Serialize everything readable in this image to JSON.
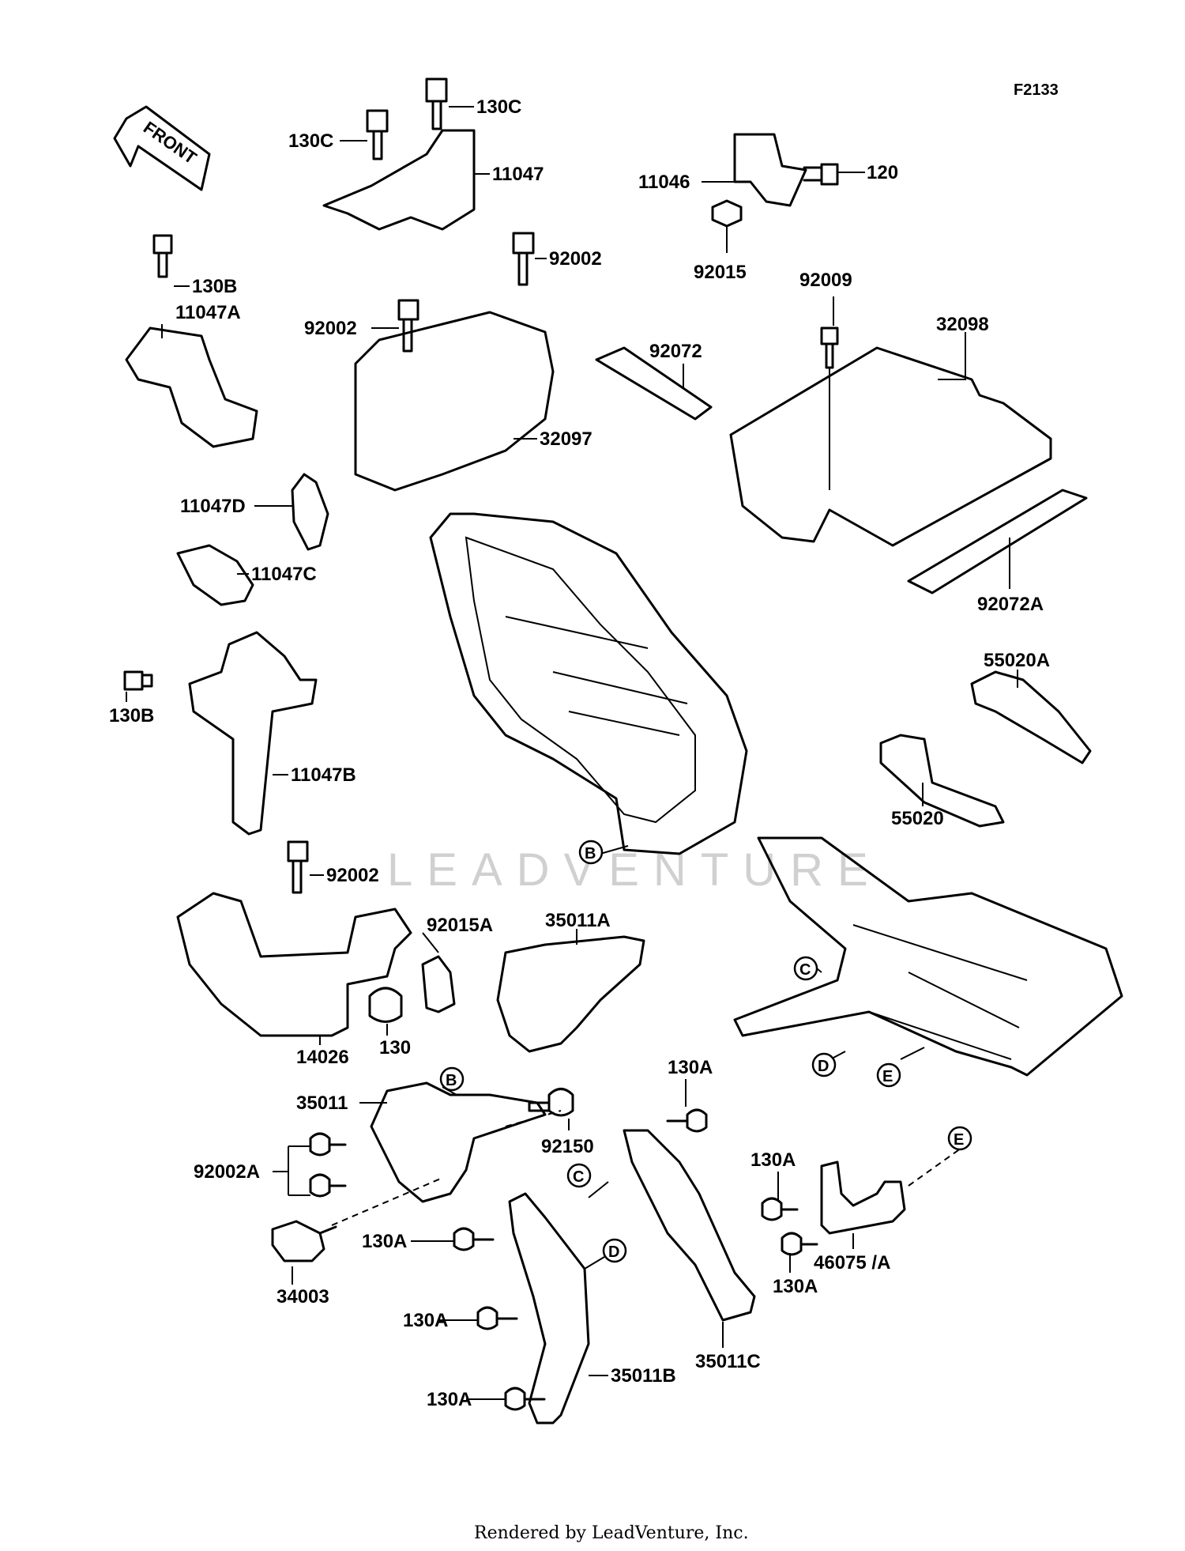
{
  "figure_code": "F2133",
  "front_label": "FRONT",
  "watermark": "LEADVENTURE",
  "footer": "Rendered by LeadVenture, Inc.",
  "callouts": {
    "p130C_a": "130C",
    "p130C_b": "130C",
    "p11047": "11047",
    "p11046": "11046",
    "p120": "120",
    "p92015": "92015",
    "p92002_a": "92002",
    "p130B_a": "130B",
    "p11047A": "11047A",
    "p92002_b": "92002",
    "p32097": "32097",
    "p92009": "92009",
    "p32098": "32098",
    "p92072": "92072",
    "p11047D": "11047D",
    "p11047C": "11047C",
    "p92072A": "92072A",
    "p55020A": "55020A",
    "p130B_b": "130B",
    "p11047B": "11047B",
    "p55020": "55020",
    "p92002_c": "92002",
    "p92015A": "92015A",
    "p35011A": "35011A",
    "p130": "130",
    "p14026": "14026",
    "p130A_a": "130A",
    "p35011": "35011",
    "p92150": "92150",
    "p92002A": "92002A",
    "p130A_b": "130A",
    "p34003": "34003",
    "p130A_c": "130A",
    "p130A_d": "130A",
    "p130A_e": "130A",
    "p35011B": "35011B",
    "p35011C": "35011C",
    "p130A_f": "130A",
    "p46075A": "46075 /A"
  },
  "refs": {
    "B1": "B",
    "B2": "B",
    "C1": "C",
    "C2": "C",
    "D1": "D",
    "D2": "D",
    "E1": "E",
    "E2": "E"
  }
}
